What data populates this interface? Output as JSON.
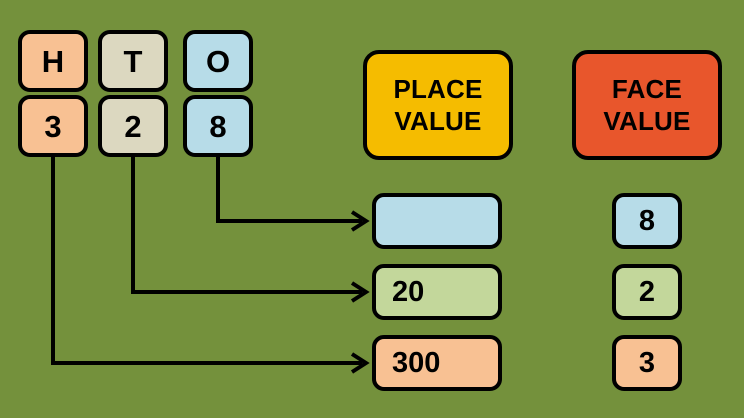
{
  "background_color": "#74913C",
  "palette": {
    "hundreds": "#F8C193",
    "tens": "#DCD8C0",
    "ones": "#B7DCE8",
    "place_value_banner": "#F5BC00",
    "face_value_banner": "#E8562C",
    "tens_result": "#C3D79B",
    "outline": "#000000"
  },
  "place_columns": [
    {
      "header": "H",
      "digit": "3",
      "name": "hundreds"
    },
    {
      "header": "T",
      "digit": "2",
      "name": "tens"
    },
    {
      "header": "O",
      "digit": "8",
      "name": "ones"
    }
  ],
  "banners": {
    "place_value": {
      "line1": "PLACE",
      "line2": "VALUE"
    },
    "face_value": {
      "line1": "FACE",
      "line2": "VALUE"
    }
  },
  "place_values": [
    {
      "value": "",
      "source_digit": "8",
      "place": "ones"
    },
    {
      "value": "20",
      "source_digit": "2",
      "place": "tens"
    },
    {
      "value": "300",
      "source_digit": "3",
      "place": "hundreds"
    }
  ],
  "face_values": [
    {
      "value": "8",
      "place": "ones"
    },
    {
      "value": "2",
      "place": "tens"
    },
    {
      "value": "3",
      "place": "hundreds"
    }
  ]
}
